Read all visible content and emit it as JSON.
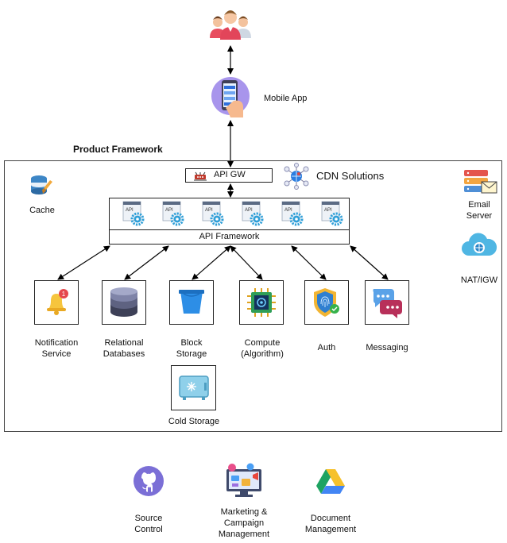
{
  "users": {
    "icon": "users-group-icon"
  },
  "mobile_app": {
    "label": "Mobile App",
    "icon": "mobile-phone-hand-icon"
  },
  "framework": {
    "title": "Product Framework"
  },
  "api_gateway": {
    "label": "API GW",
    "icon": "api-gateway-icon"
  },
  "cdn": {
    "label": "CDN Solutions",
    "icon": "cdn-network-icon"
  },
  "cache": {
    "label": "Cache",
    "icon": "cache-database-icon"
  },
  "api_framework": {
    "label": "API Framework",
    "api_icon_label": "API",
    "api_icon_count": 6
  },
  "email_server": {
    "label": "Email\nServer",
    "icon": "email-server-icon"
  },
  "nat_igw": {
    "label": "NAT/IGW",
    "icon": "cloud-gateway-icon"
  },
  "services": [
    {
      "label": "Notification\nService",
      "icon": "notification-bell-icon",
      "badge": "1"
    },
    {
      "label": "Relational\nDatabases",
      "icon": "database-stack-icon"
    },
    {
      "label": "Block\nStorage",
      "icon": "storage-bucket-icon"
    },
    {
      "label": "Compute\n(Algorithm)",
      "icon": "cpu-chip-icon"
    },
    {
      "label": "Auth",
      "icon": "fingerprint-shield-icon"
    },
    {
      "label": "Messaging",
      "icon": "chat-bubbles-icon"
    }
  ],
  "cold_storage": {
    "label": "Cold Storage",
    "icon": "cold-storage-freezer-icon"
  },
  "external_tools": [
    {
      "label": "Source\nControl",
      "icon": "github-icon"
    },
    {
      "label": "Marketing &\nCampaign\nManagement",
      "icon": "marketing-campaign-icon"
    },
    {
      "label": "Document\nManagement",
      "icon": "google-drive-icon"
    }
  ],
  "colors": {
    "arrow": "#000000",
    "border": "#222222",
    "gear": "#2f9fd8",
    "accent_blue": "#1e88e5"
  }
}
